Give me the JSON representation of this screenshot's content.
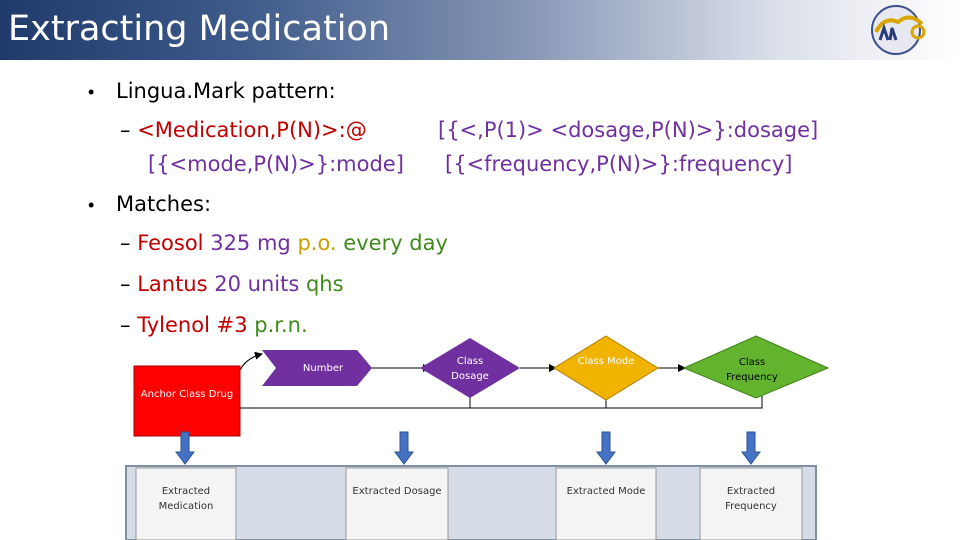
{
  "slide": {
    "title": "Extracting Medication",
    "bullets": {
      "pattern_label": "Lingua.Mark pattern:",
      "pattern_line1_a": "<Medication,P(N)>:@",
      "pattern_line1_b": "[{<,P(1)> <dosage,P(N)>}:dosage]",
      "pattern_line2_a": "[{<mode,P(N)>}:mode]",
      "pattern_line2_b": "[{<frequency,P(N)>}:frequency]",
      "matches_label": "Matches:",
      "match1": {
        "drug": "Feosol",
        "dose": "325 mg",
        "mode": "p.o.",
        "freq": "every day"
      },
      "match2": {
        "drug": "Lantus",
        "dose": "20 units",
        "freq": "qhs"
      },
      "match3": {
        "drug": "Tylenol #3",
        "freq": "p.r.n."
      }
    }
  },
  "diagram": {
    "anchor": "Anchor Class Drug",
    "number": "Number",
    "class_dosage": "Class Dosage",
    "class_mode": "Class Mode",
    "class_frequency": "Class Frequency",
    "extracted_medication": "Extracted Medication",
    "extracted_dosage": "Extracted Dosage",
    "extracted_mode": "Extracted Mode",
    "extracted_frequency": "Extracted Frequency",
    "colors": {
      "anchor": "#ff0000",
      "number": "#7030a0",
      "dosage": "#7030a0",
      "mode": "#f0b400",
      "frequency": "#62b32e",
      "extracted": "#f2f2f2",
      "arrow": "#4472c4"
    }
  }
}
